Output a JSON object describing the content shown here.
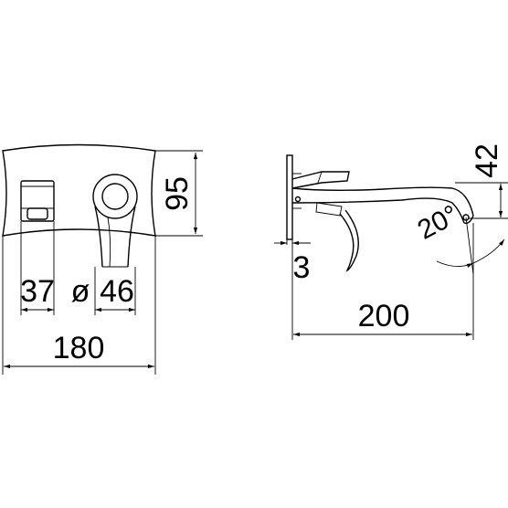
{
  "front_view": {
    "width_label": "180",
    "height_label": "95",
    "lever_width_label": "37",
    "spout_diameter_symbol": "ø",
    "spout_diameter_label": "46"
  },
  "side_view": {
    "projection_label": "200",
    "plate_thickness_label": "3",
    "spout_height_label": "42",
    "angle_label": "20°"
  }
}
